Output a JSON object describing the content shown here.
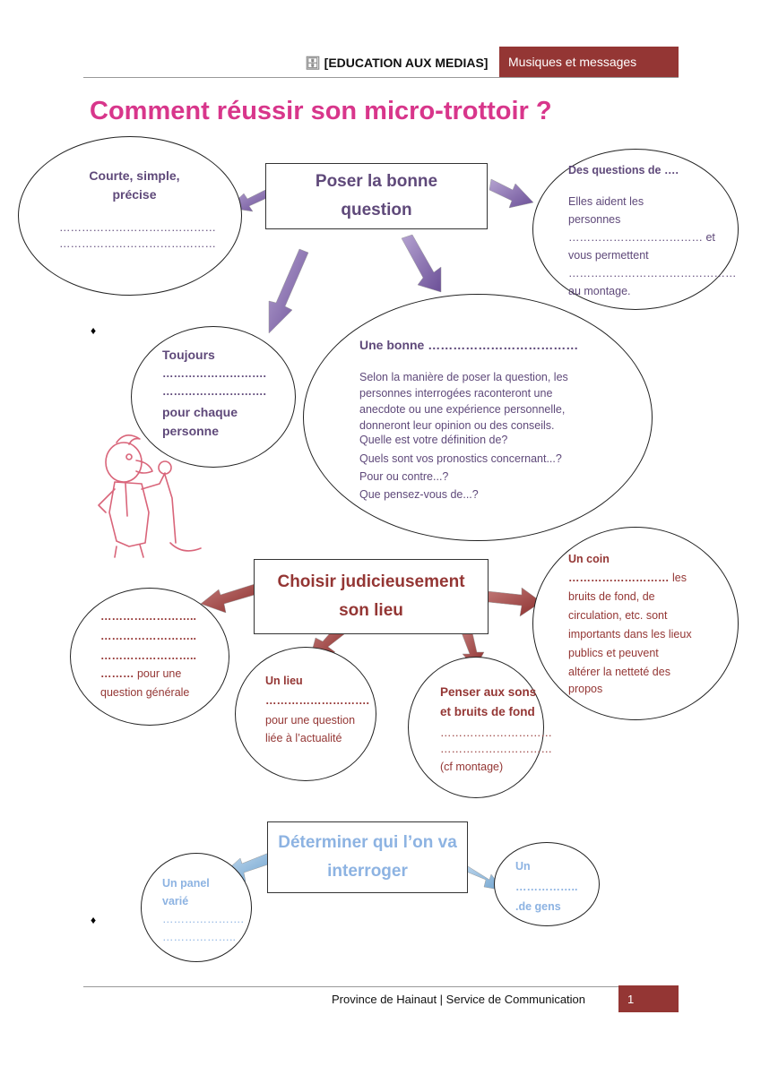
{
  "header": {
    "left_text": "[EDUCATION AUX MEDIAS]",
    "right_text": "Musiques et messages"
  },
  "title": "Comment réussir son micro-trottoir ?",
  "section1": {
    "box": "Poser la bonne question",
    "left_bubble": {
      "heading": "Courte, simple, précise",
      "dots1": "……………………………………",
      "dots2": "……………………………………"
    },
    "right_bubble": {
      "heading": "Des questions de ….",
      "line1": "Elles aident les",
      "line2": "personnes",
      "line3": "……………………………… et",
      "line4": "vous permettent",
      "line5": "………………………………………",
      "line6": "au montage."
    },
    "mid_bubble": {
      "line1": "Toujours",
      "line2": "……………………….",
      "line3": "……………………….",
      "line4": "pour chaque",
      "line5": "personne"
    },
    "big_bubble": {
      "heading": "Une bonne ………………………………",
      "para": "Selon la manière de poser la question, les personnes interrogées raconteront une anecdote ou une expérience personnelle, donneront leur opinion ou des conseils.",
      "q1": "Quelle est votre définition de?",
      "q2": "Quels sont vos pronostics concernant...?",
      "q3": "Pour ou contre...?",
      "q4": "Que pensez-vous de...?"
    }
  },
  "section2": {
    "box": "Choisir judicieusement son lieu",
    "left_bubble": {
      "l1": "……………………..",
      "l2": "……………………..",
      "l3": "……………………..",
      "l4_dots": "………",
      "l4_text": " pour une",
      "l5": "question générale"
    },
    "lieu_bubble": {
      "heading": "Un lieu",
      "dots": "……………………….",
      "l1": "pour une question",
      "l2": "liée à l’actualité"
    },
    "sons_bubble": {
      "h1": "Penser aux sons",
      "h2": "et bruits de fond",
      "d1": "…………………………",
      "d2": "…………………………",
      "l1": "(cf montage)"
    },
    "coin_bubble": {
      "heading": "Un coin",
      "dots": "………………………",
      "dots_tail": " les",
      "l1": "bruits de fond, de",
      "l2": "circulation, etc. sont",
      "l3": "importants dans les lieux",
      "l4": "publics et peuvent",
      "l5": "altérer la netteté des",
      "l6": "propos"
    }
  },
  "section3": {
    "box": "Déterminer qui l’on va interroger",
    "left_bubble": {
      "l1": "Un panel",
      "l2": "varié",
      "d1": "………………….",
      "d2": "……………….."
    },
    "right_bubble": {
      "l1": "Un",
      "d1": "……………..",
      "l2": ".de gens"
    }
  },
  "bullets": [
    "♦",
    "♦"
  ],
  "footer": {
    "text": "Province de Hainaut | Service de Communication",
    "page": "1"
  },
  "colors": {
    "purple": "#8064a2",
    "red": "#943634",
    "blue": "#8db3e2",
    "pink": "#d8368b"
  }
}
